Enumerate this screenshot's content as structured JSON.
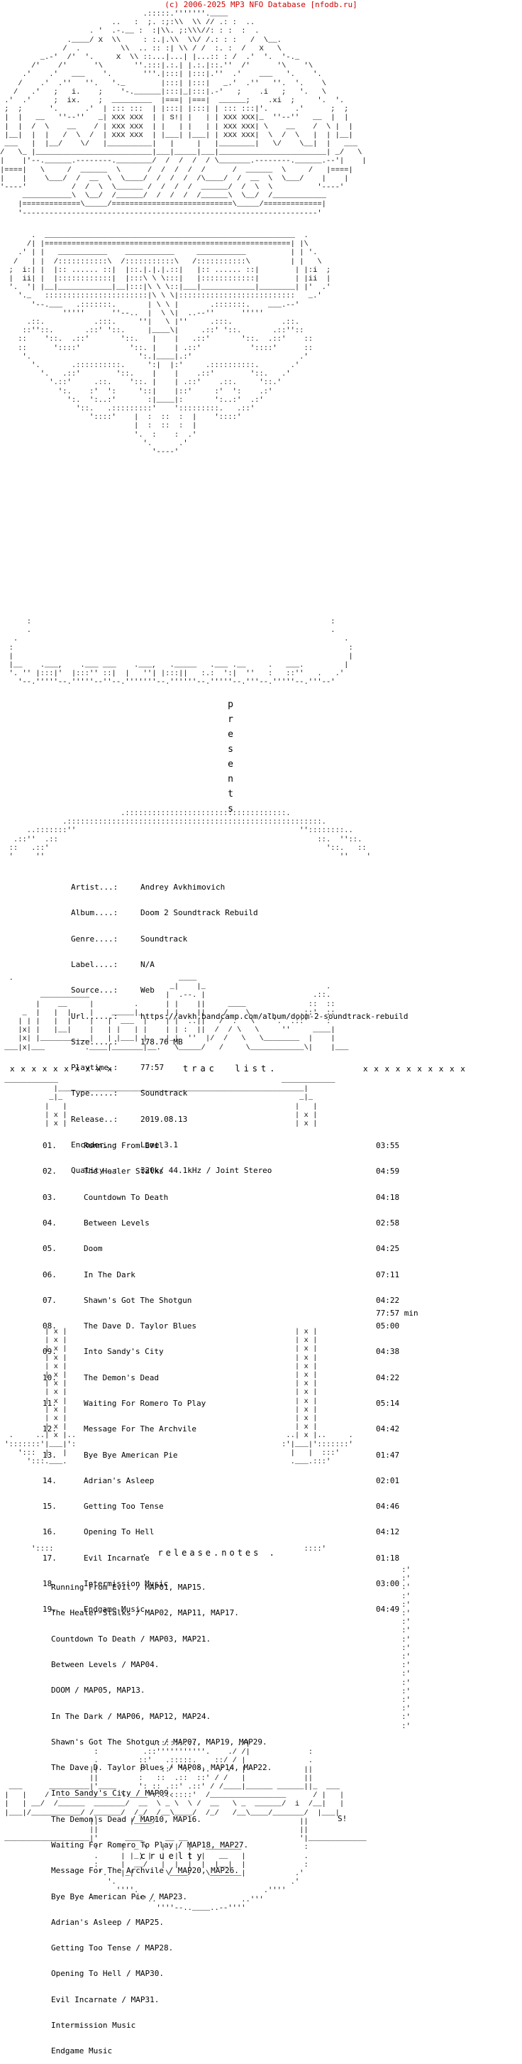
{
  "header": "(c) 2006-2025 MP3 NFO Database [nfodb.ru]",
  "presents": [
    "p",
    "r",
    "e",
    "s",
    "e",
    "n",
    "t",
    "s"
  ],
  "info": [
    {
      "label": "Artist...:",
      "value": "Andrey Avkhimovich"
    },
    {
      "label": "Album....:",
      "value": "Doom 2 Soundtrack Rebuild"
    },
    {
      "label": "Genre....:",
      "value": "Soundtrack"
    },
    {
      "label": "Label....:",
      "value": "N/A"
    },
    {
      "label": "Source...:",
      "value": "Web"
    },
    {
      "label": "Url......:",
      "value": "https://avkh.bandcamp.com/album/doom-2-soundtrack-rebuild"
    },
    {
      "label": "Size.....:",
      "value": "178.76 MB"
    },
    {
      "label": "Playtime.:",
      "value": "77:57"
    },
    {
      "label": "Type.....:",
      "value": "Soundtrack"
    },
    {
      "label": "Release..:",
      "value": "2019.08.13"
    },
    {
      "label": "Encoder..:",
      "value": "Lame 3.1"
    },
    {
      "label": "Quality..:",
      "value": "320k/ 44.1kHz / Joint Stereo"
    }
  ],
  "tracklist_title": "trac  list.",
  "marks": "x x x x x x x x x x",
  "tracks": [
    {
      "n": "01.",
      "title": "Running From Evil",
      "time": "03:55"
    },
    {
      "n": "02.",
      "title": "The Healer Stalks",
      "time": "04:59"
    },
    {
      "n": "03.",
      "title": "Countdown To Death",
      "time": "04:18"
    },
    {
      "n": "04.",
      "title": "Between Levels",
      "time": "02:58"
    },
    {
      "n": "05.",
      "title": "Doom",
      "time": "04:25"
    },
    {
      "n": "06.",
      "title": "In The Dark",
      "time": "07:11"
    },
    {
      "n": "07.",
      "title": "Shawn's Got The Shotgun",
      "time": "04:22"
    },
    {
      "n": "08.",
      "title": "The Dave D. Taylor Blues",
      "time": "05:00"
    },
    {
      "n": "09.",
      "title": "Into Sandy's City",
      "time": "04:38"
    },
    {
      "n": "10.",
      "title": "The Demon's Dead",
      "time": "04:22"
    },
    {
      "n": "11.",
      "title": "Waiting For Romero To Play",
      "time": "05:14"
    },
    {
      "n": "12.",
      "title": "Message For The Archvile",
      "time": "04:42"
    },
    {
      "n": "13.",
      "title": "Bye Bye American Pie",
      "time": "01:47"
    },
    {
      "n": "14.",
      "title": "Adrian's Asleep",
      "time": "02:01"
    },
    {
      "n": "15.",
      "title": "Getting Too Tense",
      "time": "04:46"
    },
    {
      "n": "16.",
      "title": "Opening To Hell",
      "time": "04:12"
    },
    {
      "n": "17.",
      "title": "Evil Incarnate",
      "time": "01:18"
    },
    {
      "n": "18.",
      "title": "Intermission Music",
      "time": "03:00"
    },
    {
      "n": "19.",
      "title": "Endgame Music",
      "time": "04:49"
    }
  ],
  "total_time": "77:57 min",
  "notes_title": ". release.notes .",
  "notes": [
    "Running From Evil / MAP01, MAP15.",
    "The Healer Stalks / MAP02, MAP11, MAP17.",
    "Countdown To Death / MAP03, MAP21.",
    "Between Levels / MAP04.",
    "DOOM / MAP05, MAP13.",
    "In The Dark / MAP06, MAP12, MAP24.",
    "Shawn's Got The Shotgun / MAP07, MAP19, MAP29.",
    "The Dave D. Taylor Blues / MAP08, MAP14, MAP22.",
    "Into Sandy's City / MAP09.",
    "The Demon's Dead / MAP10, MAP16.",
    "Waiting For Romero To Play / MAP18, MAP27.",
    "Message For The Archvile / MAP20, MAP26.",
    "Bye Bye American Pie / MAP23.",
    "Adrian's Asleep / MAP25.",
    "Getting Too Tense / MAP28.",
    "Opening To Hell / MAP30.",
    "Evil Incarnate / MAP31.",
    "Intermission Music",
    "Endgame Music"
  ],
  "footer_word": "cruelty",
  "sig": "S!"
}
